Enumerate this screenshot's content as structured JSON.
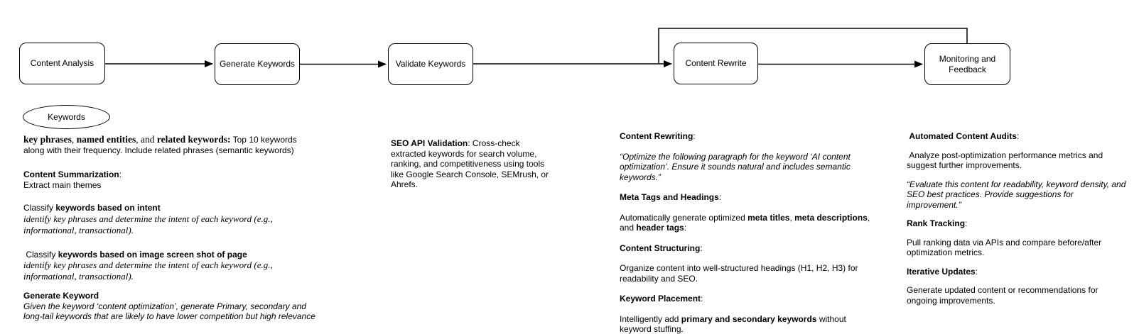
{
  "flowchart": {
    "nodes": [
      {
        "label": "Content Analysis"
      },
      {
        "label": "Generate Keywords"
      },
      {
        "label": "Validate Keywords"
      },
      {
        "label": "Content Rewrite"
      },
      {
        "label": "Monitoring and\nFeedback"
      }
    ],
    "ellipse_label": "Keywords"
  },
  "columns": [
    {
      "name": "content-analysis-notes",
      "paragraphs": [
        {
          "segments": [
            {
              "t": "key phrases",
              "s": "bserif"
            },
            {
              "t": ", ",
              "s": "serif"
            },
            {
              "t": "named entities",
              "s": "bserif"
            },
            {
              "t": ", and ",
              "s": "serif"
            },
            {
              "t": "related keywords:",
              "s": "bserif"
            },
            {
              "t": " Top 10 keywords\nalong with their frequency. Include related phrases (semantic keywords)",
              "s": "reg"
            }
          ]
        },
        {
          "segments": [
            {
              "t": "Content Summarization",
              "s": "bold"
            },
            {
              "t": ":\nExtract main themes",
              "s": "reg"
            }
          ]
        },
        {
          "segments": [
            {
              "t": "Classify ",
              "s": "reg"
            },
            {
              "t": "keywords based on intent",
              "s": "bold"
            },
            {
              "t": "\n",
              "s": "reg"
            },
            {
              "t": "identify key phrases and determine the intent of each keyword (e.g.,\ninformational, transactional).",
              "s": "iserif"
            }
          ]
        },
        {
          "segments": [
            {
              "t": " Classify ",
              "s": "reg"
            },
            {
              "t": "keywords based on image screen shot of page",
              "s": "bold"
            },
            {
              "t": "\n",
              "s": "reg"
            },
            {
              "t": "identify key phrases and determine the intent of each keyword (e.g.,\ninformational, transactional).",
              "s": "iserif"
            }
          ]
        },
        {
          "segments": [
            {
              "t": "Generate Keyword",
              "s": "bold"
            },
            {
              "t": "\n",
              "s": "reg"
            },
            {
              "t": "Given the keyword ‘content optimization’, generate Primary, secondary and\nlong-tail keywords that are likely to have lower competition but high relevance",
              "s": "ital"
            }
          ]
        }
      ]
    },
    {
      "name": "validate-keywords-notes",
      "paragraphs": [
        {
          "segments": [
            {
              "t": "SEO API Validation",
              "s": "bold"
            },
            {
              "t": ": Cross-check\nextracted keywords for search volume,\nranking, and competitiveness using tools\nlike Google Search Console, SEMrush, or\nAhrefs.",
              "s": "reg"
            }
          ]
        }
      ]
    },
    {
      "name": "content-rewrite-notes",
      "paragraphs": [
        {
          "segments": [
            {
              "t": "Content Rewriting",
              "s": "bold"
            },
            {
              "t": ":",
              "s": "reg"
            }
          ]
        },
        {
          "segments": [
            {
              "t": "“Optimize the following paragraph for the keyword ‘AI content\noptimization’. Ensure it sounds natural and includes semantic\nkeywords.”",
              "s": "ital"
            }
          ]
        },
        {
          "segments": [
            {
              "t": "Meta Tags and Headings",
              "s": "bold"
            },
            {
              "t": ":",
              "s": "reg"
            }
          ]
        },
        {
          "segments": [
            {
              "t": "Automatically generate optimized ",
              "s": "reg"
            },
            {
              "t": "meta titles",
              "s": "bold"
            },
            {
              "t": ", ",
              "s": "reg"
            },
            {
              "t": "meta descriptions",
              "s": "bold"
            },
            {
              "t": ",\nand ",
              "s": "reg"
            },
            {
              "t": "header tags",
              "s": "bold"
            },
            {
              "t": ":",
              "s": "reg"
            }
          ]
        },
        {
          "segments": [
            {
              "t": "Content Structuring",
              "s": "bold"
            },
            {
              "t": ":",
              "s": "reg"
            }
          ]
        },
        {
          "segments": [
            {
              "t": "Organize content into well-structured headings (H1, H2, H3) for\nreadability and SEO.",
              "s": "reg"
            }
          ]
        },
        {
          "segments": [
            {
              "t": "Keyword Placement",
              "s": "bold"
            },
            {
              "t": ":",
              "s": "reg"
            }
          ]
        },
        {
          "segments": [
            {
              "t": "Intelligently add ",
              "s": "reg"
            },
            {
              "t": "primary and secondary keywords",
              "s": "bold"
            },
            {
              "t": " without\nkeyword stuffing.",
              "s": "reg"
            }
          ]
        }
      ]
    },
    {
      "name": "monitoring-feedback-notes",
      "paragraphs": [
        {
          "segments": [
            {
              "t": " ",
              "s": "reg"
            },
            {
              "t": "Automated Content Audits",
              "s": "bold"
            },
            {
              "t": ":",
              "s": "reg"
            }
          ]
        },
        {
          "segments": [
            {
              "t": " Analyze post-optimization performance metrics and\nsuggest further improvements.",
              "s": "reg"
            }
          ]
        },
        {
          "segments": [
            {
              "t": "“Evaluate this content for readability, keyword density, and\nSEO best practices. Provide suggestions for\nimprovement.”",
              "s": "ital"
            }
          ]
        },
        {
          "segments": [
            {
              "t": "Rank Tracking",
              "s": "bold"
            },
            {
              "t": ":",
              "s": "reg"
            }
          ]
        },
        {
          "segments": [
            {
              "t": "Pull ranking data via APIs and compare before/after\noptimization metrics.",
              "s": "reg"
            }
          ]
        },
        {
          "segments": [
            {
              "t": "Iterative Updates",
              "s": "bold"
            },
            {
              "t": ":",
              "s": "reg"
            }
          ]
        },
        {
          "segments": [
            {
              "t": "Generate updated content or recommendations for\nongoing improvements.",
              "s": "reg"
            }
          ]
        }
      ]
    }
  ],
  "colors": {
    "stroke": "#000000",
    "text": "#000000",
    "background": "#ffffff"
  }
}
